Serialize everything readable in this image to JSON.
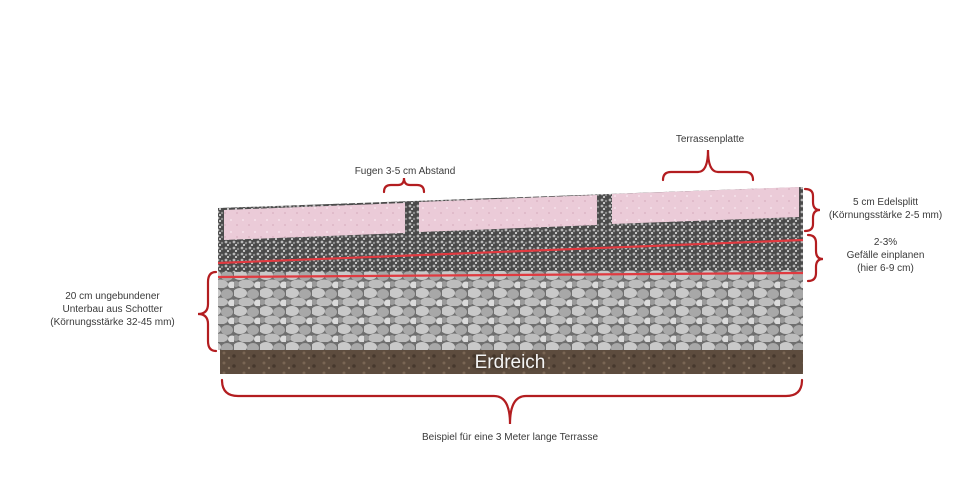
{
  "colors": {
    "bracket": "#b31d20",
    "slope_line": "#e03a40",
    "slab": "#e9c9d6",
    "split": "#5b5b5b",
    "gravel": "#8f8f8f",
    "soil": "#5a4a3c"
  },
  "labels": {
    "joints": "Fugen 3-5 cm Abstand",
    "slab": "Terrassenplatte",
    "split": [
      "5 cm Edelsplitt",
      "(Körnungsstärke 2-5 mm)"
    ],
    "slope": [
      "2-3%",
      "Gefälle einplanen",
      "(hier 6-9 cm)"
    ],
    "base": [
      "20 cm ungebundener",
      "Unterbau aus Schotter",
      "(Körnungsstärke 32-45 mm)"
    ],
    "soil": "Erdreich",
    "example": "Beispiel für eine 3 Meter lange Terrasse"
  }
}
